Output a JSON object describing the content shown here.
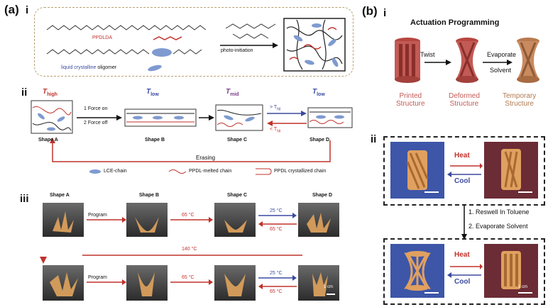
{
  "panel_a": {
    "tag": "(a)",
    "sub_i": "i",
    "sub_ii": "ii",
    "sub_iii": "iii",
    "i": {
      "pppdlda_label": "PPDLDA",
      "lc_label_1": "liquid crystalline",
      "lc_label_2": "oligomer",
      "photo_label": "photo-initiation"
    },
    "ii": {
      "t_high": "T",
      "t_high_sub": "high",
      "t_low": "T",
      "t_low_sub": "low",
      "t_mid": "T",
      "t_mid_sub": "mid",
      "t_low2": "T",
      "t_low2_sub": "low",
      "force_on": "1 Force on",
      "force_off": "2 Force off",
      "gt_tni": "> T",
      "lt_tni": "< T",
      "ni_sub": "NI",
      "shape_a": "Shape A",
      "shape_b": "Shape B",
      "shape_c": "Shape C",
      "shape_d": "Shape D",
      "erasing": "Erasing",
      "legend_lce": "LCE-chain",
      "legend_melted": "PPDL-melted chain",
      "legend_cryst": "PPDL crystallized chain"
    },
    "iii": {
      "shape_a": "Shape A",
      "shape_b": "Shape B",
      "shape_c": "Shape C",
      "shape_d": "Shape D",
      "program_1": "Program",
      "temp_65_1": "65 °C",
      "temp_25_1": "25 °C",
      "temp_65_1b": "65 °C",
      "temp_140": "140 °C",
      "program_2": "Program",
      "temp_65_2": "65 °C",
      "temp_25_2": "25 °C",
      "temp_65_2b": "65 °C",
      "scale_label": "1 cm"
    }
  },
  "panel_b": {
    "tag": "(b)",
    "sub_i": "i",
    "sub_ii": "ii",
    "title": "Actuation Programming",
    "twist": "Twist",
    "evaporate": "Evaporate",
    "solvent": "Solvent",
    "printed_1": "Printed",
    "printed_2": "Structure",
    "deformed_1": "Deformed",
    "deformed_2": "Structure",
    "temporary_1": "Temporary",
    "temporary_2": "Structure",
    "heat_1": "Heat",
    "cool_1": "Cool",
    "step_1": "1. Reswell In Toluene",
    "step_2": "2. Evaporate Solvent",
    "heat_2": "Heat",
    "cool_2": "Cool",
    "scale_label": "1 cm"
  },
  "colors": {
    "red": "#c0322b",
    "blue": "#3a4aa0",
    "purple": "#7a3f8a",
    "blue_bg": "#3d56a8",
    "maroon_bg": "#6b2c35",
    "printed": "#c25a55",
    "temporary": "#c98a60"
  }
}
